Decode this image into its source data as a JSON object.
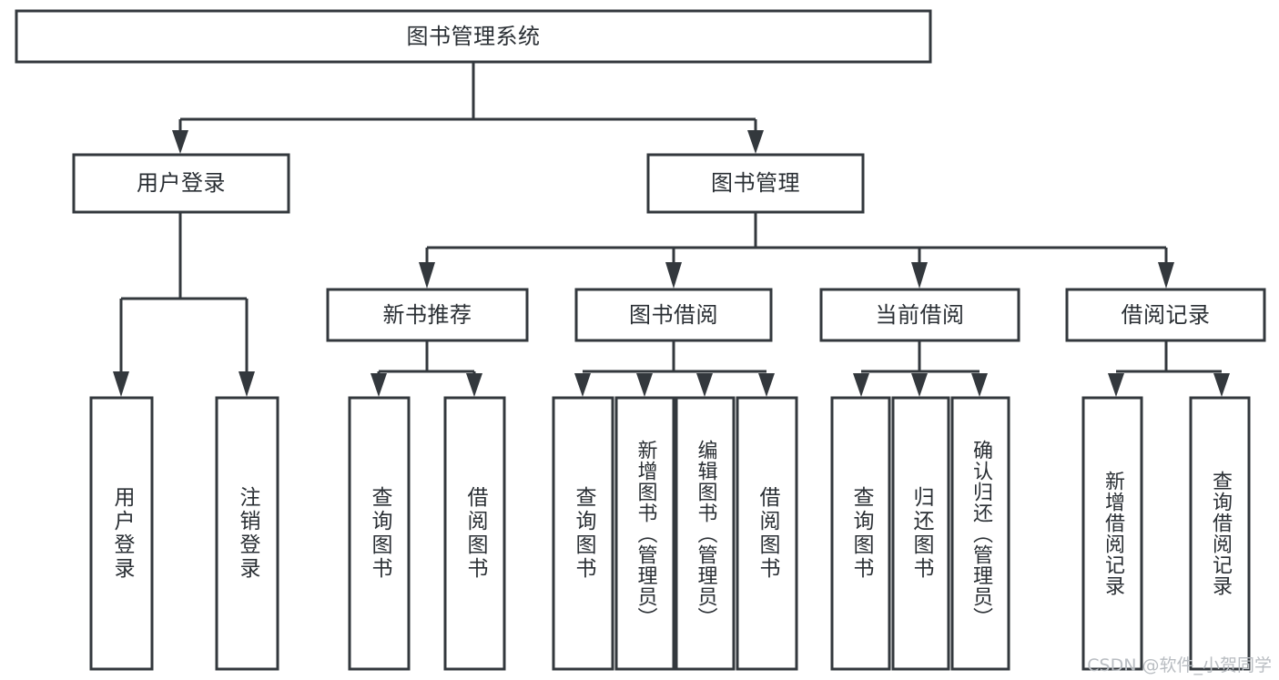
{
  "diagram": {
    "title": "图书管理系统",
    "type": "tree",
    "background_color": "#ffffff",
    "line_color": "#33383d",
    "text_color": "#2a2f34",
    "root": {
      "id": "root",
      "label": "图书管理系统",
      "orientation": "horizontal"
    },
    "level2": [
      {
        "id": "user-login",
        "label": "用户登录",
        "orientation": "horizontal"
      },
      {
        "id": "book-management",
        "label": "图书管理",
        "orientation": "horizontal"
      }
    ],
    "level3": [
      {
        "id": "new-book-recommend",
        "label": "新书推荐",
        "orientation": "horizontal",
        "parent": "book-management"
      },
      {
        "id": "book-borrow",
        "label": "图书借阅",
        "orientation": "horizontal",
        "parent": "book-management"
      },
      {
        "id": "current-borrow",
        "label": "当前借阅",
        "orientation": "horizontal",
        "parent": "book-management"
      },
      {
        "id": "borrow-record",
        "label": "借阅记录",
        "orientation": "horizontal",
        "parent": "book-management"
      }
    ],
    "leaves": [
      {
        "id": "leaf-user-login",
        "label": "用户登录",
        "orientation": "vertical",
        "parent": "user-login"
      },
      {
        "id": "leaf-user-logout",
        "label": "注销登录",
        "orientation": "vertical",
        "parent": "user-login"
      },
      {
        "id": "leaf-query-book-1",
        "label": "查询图书",
        "orientation": "vertical",
        "parent": "new-book-recommend"
      },
      {
        "id": "leaf-borrow-book-1",
        "label": "借阅图书",
        "orientation": "vertical",
        "parent": "new-book-recommend"
      },
      {
        "id": "leaf-query-book-2",
        "label": "查询图书",
        "orientation": "vertical",
        "parent": "book-borrow"
      },
      {
        "id": "leaf-add-book",
        "label": "新增图书（管理员）",
        "orientation": "vertical",
        "parent": "book-borrow"
      },
      {
        "id": "leaf-edit-book",
        "label": "编辑图书（管理员）",
        "orientation": "vertical",
        "parent": "book-borrow"
      },
      {
        "id": "leaf-borrow-book-2",
        "label": "借阅图书",
        "orientation": "vertical",
        "parent": "book-borrow"
      },
      {
        "id": "leaf-query-book-3",
        "label": "查询图书",
        "orientation": "vertical",
        "parent": "current-borrow"
      },
      {
        "id": "leaf-return-book",
        "label": "归还图书",
        "orientation": "vertical",
        "parent": "current-borrow"
      },
      {
        "id": "leaf-confirm-return",
        "label": "确认归还（管理员）",
        "orientation": "vertical",
        "parent": "current-borrow"
      },
      {
        "id": "leaf-add-record",
        "label": "新增借阅记录",
        "orientation": "vertical",
        "parent": "borrow-record"
      },
      {
        "id": "leaf-query-record",
        "label": "查询借阅记录",
        "orientation": "vertical",
        "parent": "borrow-record"
      }
    ]
  },
  "watermark": {
    "text": "CSDN @软件_小贺同学"
  }
}
